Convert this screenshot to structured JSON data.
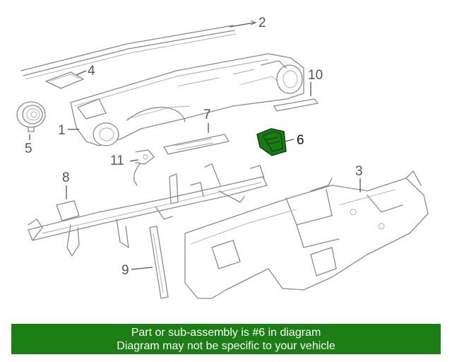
{
  "callouts": {
    "c1": "1",
    "c2": "2",
    "c3": "3",
    "c4": "4",
    "c5": "5",
    "c6": "6",
    "c7": "7",
    "c8": "8",
    "c9": "9",
    "c10": "10",
    "c11": "11"
  },
  "highlighted_part": "6",
  "banner": {
    "line1": "Part or sub-assembly is #6 in diagram",
    "line2": "Diagram may not be specific to your vehicle"
  },
  "colors": {
    "banner_bg": "#1c7e14",
    "banner_text": "#ffffff",
    "highlight": "#1a7a14",
    "line_art": "#8a8a8a"
  }
}
